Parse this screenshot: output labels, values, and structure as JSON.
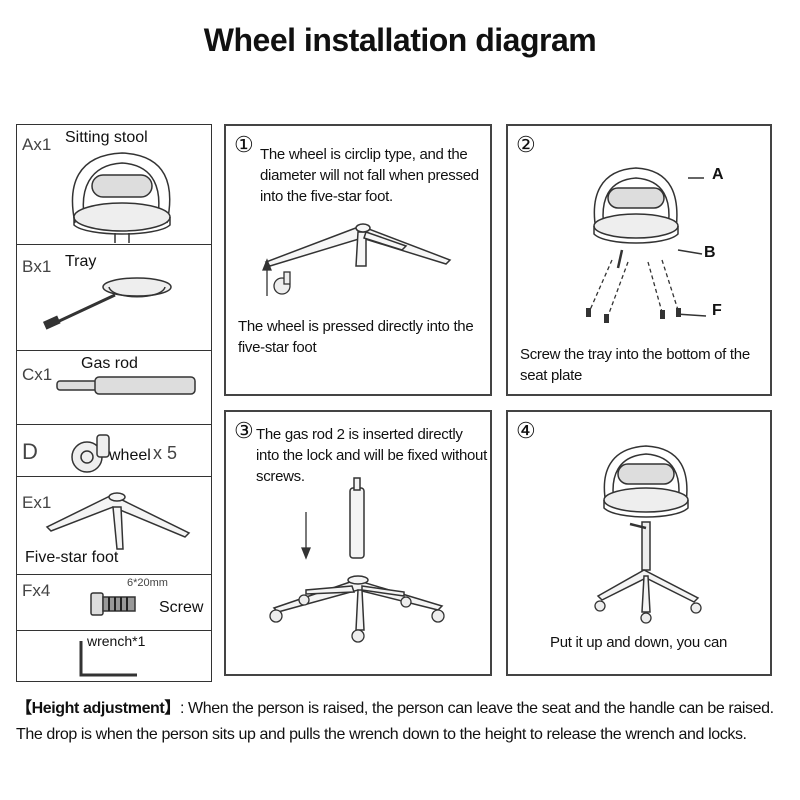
{
  "title": "Wheel installation diagram",
  "parts": [
    {
      "code": "Ax1",
      "name": "Sitting stool"
    },
    {
      "code": "Bx1",
      "name": "Tray"
    },
    {
      "code": "Cx1",
      "name": "Gas rod"
    },
    {
      "code": "D",
      "name": "wheel",
      "qty": "x 5"
    },
    {
      "code": "Ex1",
      "name": "Five-star foot"
    },
    {
      "code": "Fx4",
      "name": "Screw",
      "size": "6*20mm"
    },
    {
      "code": "",
      "name": "wrench*1"
    }
  ],
  "steps": [
    {
      "num": "①",
      "text1": "The wheel is circlip type, and the diameter will not fall when pressed into the five-star foot.",
      "text2": "The wheel is pressed directly into the five-star foot"
    },
    {
      "num": "②",
      "text": "Screw the tray into the bottom of the seat plate",
      "labels": {
        "a": "A",
        "b": "B",
        "f": "F"
      }
    },
    {
      "num": "③",
      "text": "The gas rod 2 is inserted directly into the lock and will be fixed without screws."
    },
    {
      "num": "④",
      "text": "Put it up and down, you can"
    }
  ],
  "notes": {
    "heading": "【Height adjustment】",
    "line1": ": When the person is raised, the person can leave the seat and the handle can be raised.",
    "line2": "The drop is when the person sits up and pulls the wrench down to the height to release the wrench and locks."
  }
}
